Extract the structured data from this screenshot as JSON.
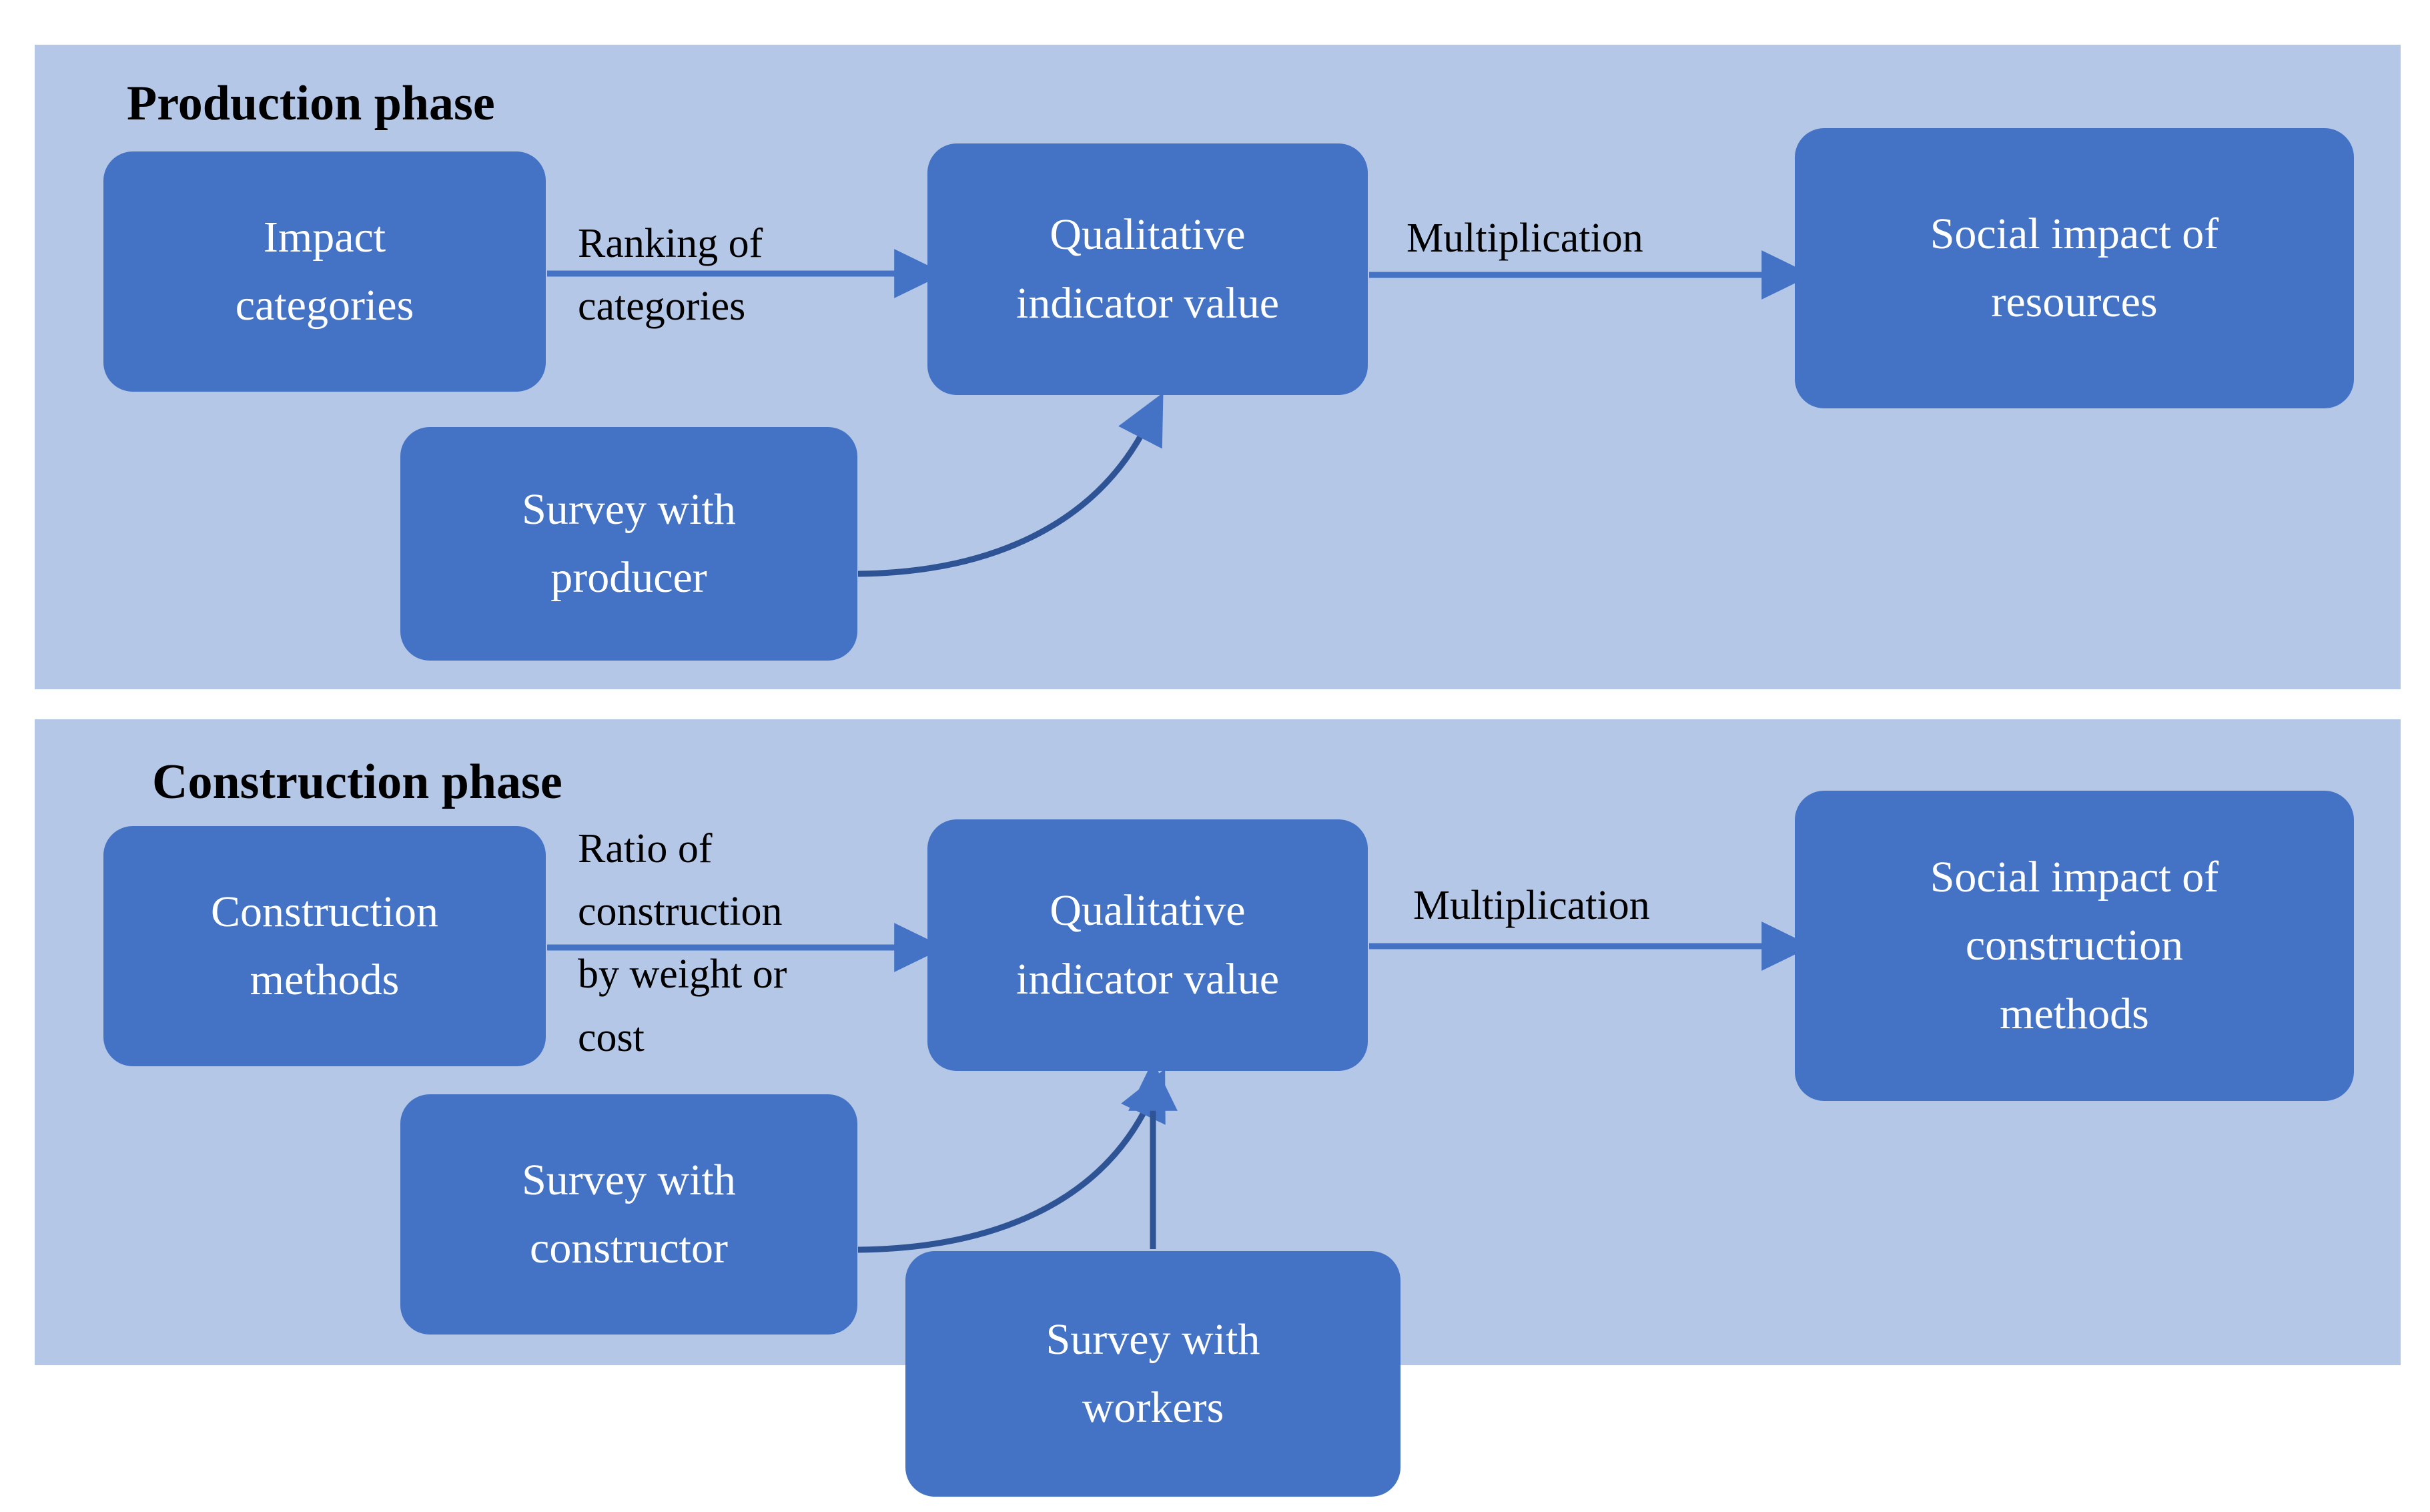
{
  "figure": {
    "type": "flow-diagram",
    "background_color": "#ffffff",
    "panel_color": "#b4c7e7",
    "node_color": "#4472c4",
    "node_text_color": "#ffffff",
    "arrow_color": "#4472c4",
    "label_text_color": "#000000"
  },
  "phases": [
    {
      "id": "production",
      "title": "Production phase",
      "nodes": [
        {
          "id": "impact-categories",
          "label": "Impact\ncategories"
        },
        {
          "id": "survey-producer",
          "label": "Survey with\nproducer"
        },
        {
          "id": "qualitative-indicator-value",
          "label": "Qualitative\nindicator value"
        },
        {
          "id": "social-impact-resources",
          "label": "Social impact of\nresources"
        }
      ],
      "edges": [
        {
          "id": "ranking-of-categories",
          "label": "Ranking of\ncategories",
          "from": "impact-categories",
          "to": "qualitative-indicator-value",
          "style": "straight"
        },
        {
          "id": "producer-to-indicator",
          "label": "",
          "from": "survey-producer",
          "to": "qualitative-indicator-value",
          "style": "curved"
        },
        {
          "id": "multiplication-production",
          "label": "Multiplication",
          "from": "qualitative-indicator-value",
          "to": "social-impact-resources",
          "style": "straight"
        }
      ]
    },
    {
      "id": "construction",
      "title": "Construction phase",
      "nodes": [
        {
          "id": "construction-methods",
          "label": "Construction\nmethods"
        },
        {
          "id": "survey-constructor",
          "label": "Survey with\nconstructor"
        },
        {
          "id": "survey-workers",
          "label": "Survey with\nworkers"
        },
        {
          "id": "qualitative-indicator-value",
          "label": "Qualitative\nindicator value"
        },
        {
          "id": "social-impact-construction-methods",
          "label": "Social impact of\nconstruction\nmethods"
        }
      ],
      "edges": [
        {
          "id": "ratio-of-construction",
          "label": "Ratio of\nconstruction\nby weight or\ncost",
          "from": "construction-methods",
          "to": "qualitative-indicator-value",
          "style": "straight"
        },
        {
          "id": "constructor-to-indicator",
          "label": "",
          "from": "survey-constructor",
          "to": "qualitative-indicator-value",
          "style": "curved"
        },
        {
          "id": "workers-to-indicator",
          "label": "",
          "from": "survey-workers",
          "to": "qualitative-indicator-value",
          "style": "straight-vertical"
        },
        {
          "id": "multiplication-construction",
          "label": "Multiplication",
          "from": "qualitative-indicator-value",
          "to": "social-impact-construction-methods",
          "style": "straight"
        }
      ]
    }
  ]
}
